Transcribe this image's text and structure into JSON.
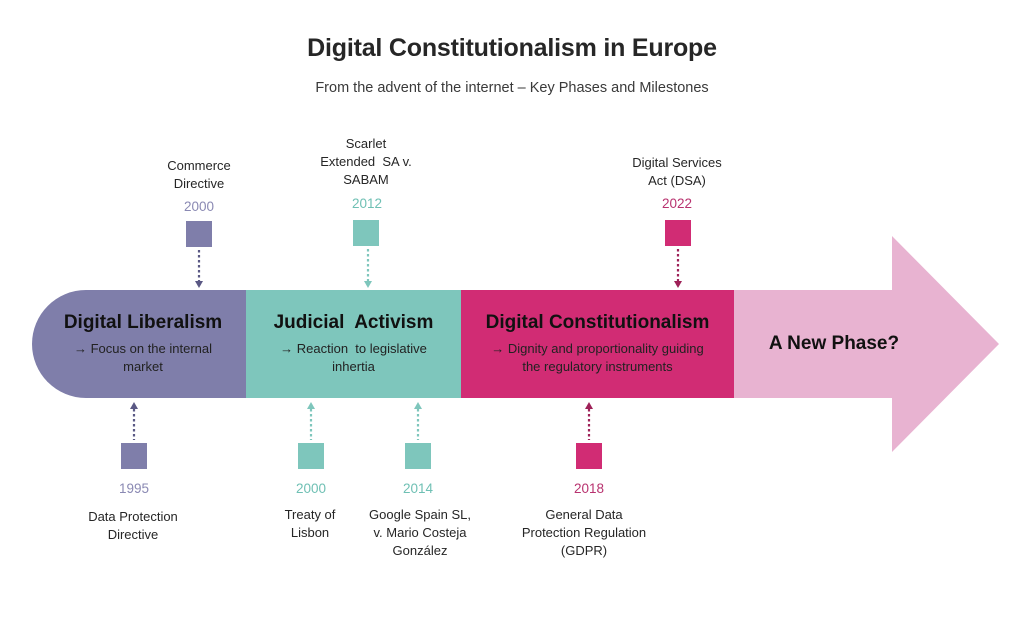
{
  "header": {
    "title": "Digital Constitutionalism in Europe",
    "subtitle": "From the advent of the internet – Key Phases and Milestones"
  },
  "colors": {
    "liberalism": "#7f7eaa",
    "judicial": "#7ec6bc",
    "constitutionalism": "#d12c74",
    "new_phase": "#e8b3d1",
    "liberalism_year": "#8a89b3",
    "judicial_year": "#6fc0b4",
    "constitutionalism_year": "#b8326f"
  },
  "phases": [
    {
      "title": "Digital Liberalism",
      "arrow": "→",
      "description_line1": "Focus on the internal",
      "description_line2": "market"
    },
    {
      "title": "Judicial  Activism",
      "arrow": "→",
      "description_line1": "Reaction  to legislative",
      "description_line2": "inhertia"
    },
    {
      "title": "Digital Constitutionalism",
      "arrow": "→",
      "description_line1": "Dignity and proportionality guiding",
      "description_line2": "the regulatory instruments"
    },
    {
      "title": "A New Phase?"
    }
  ],
  "milestones_top": [
    {
      "year": "2000",
      "label_lines": [
        "Commerce",
        "Directive"
      ],
      "phase": "liberalism"
    },
    {
      "year": "2012",
      "label_lines": [
        "Scarlet",
        "Extended  SA v.",
        "SABAM"
      ],
      "phase": "judicial"
    },
    {
      "year": "2022",
      "label_lines": [
        "Digital Services",
        "Act (DSA)"
      ],
      "phase": "constitutionalism"
    }
  ],
  "milestones_bottom": [
    {
      "year": "1995",
      "label_lines": [
        "Data Protection",
        "Directive"
      ],
      "phase": "liberalism"
    },
    {
      "year": "2000",
      "label_lines": [
        "Treaty of",
        "Lisbon"
      ],
      "phase": "judicial"
    },
    {
      "year": "2014",
      "label_lines": [
        "Google Spain SL,",
        "v. Mario Costeja",
        "González"
      ],
      "phase": "judicial"
    },
    {
      "year": "2018",
      "label_lines": [
        "General Data",
        "Protection Regulation",
        "(GDPR)"
      ],
      "phase": "constitutionalism"
    }
  ]
}
